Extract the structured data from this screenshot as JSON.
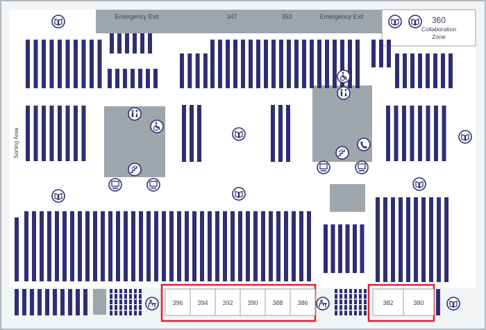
{
  "colors": {
    "shelf": "#2e2f73",
    "floor": "#f3f4f6",
    "border": "#9aa0a8",
    "block": "#9ea6ac",
    "highlight": "#e0202a",
    "text": "#3a3f58"
  },
  "top_bar": {
    "exit_left": "Emergency Exit",
    "room_347": "347",
    "room_353": "353",
    "exit_right": "Emergency Exit"
  },
  "collaboration": {
    "number": "360",
    "line1": "Collaboration",
    "line2": "Zone"
  },
  "sorting_area": "Sorting Area",
  "rooms_left": [
    "396",
    "394",
    "392",
    "390",
    "388",
    "386"
  ],
  "rooms_right": [
    "382",
    "380"
  ],
  "icons": {
    "book": "book-icon",
    "restroom": "restroom-icon",
    "accessible": "accessible-icon",
    "stairs": "stairs-icon",
    "computer": "computer-icon",
    "phone": "phone-icon",
    "study": "study-desk-icon"
  }
}
